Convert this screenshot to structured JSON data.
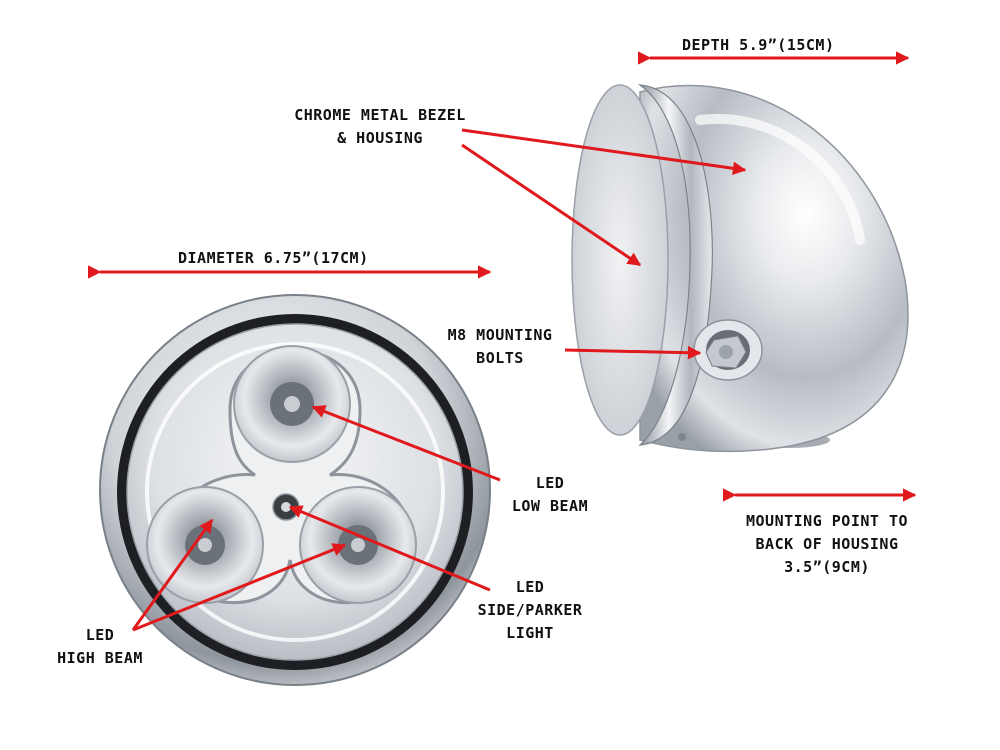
{
  "colors": {
    "arrow": "#e0191d",
    "label_text": "#111111",
    "chrome": "#c8ccd3",
    "background": "#ffffff"
  },
  "labels": {
    "depth": "DEPTH 5.9”(15CM)",
    "bezel_line1": "CHROME METAL BEZEL",
    "bezel_line2": "& HOUSING",
    "diameter": "DIAMETER 6.75”(17CM)",
    "bolts_line1": "M8 MOUNTING",
    "bolts_line2": "BOLTS",
    "low_beam_line1": "LED",
    "low_beam_line2": "LOW BEAM",
    "mount_line1": "MOUNTING POINT TO",
    "mount_line2": "BACK OF HOUSING",
    "mount_line3": "3.5”(9CM)",
    "parker_line1": "LED",
    "parker_line2": "SIDE/PARKER",
    "parker_line3": "LIGHT",
    "high_beam_line1": "LED",
    "high_beam_line2": "HIGH BEAM"
  }
}
